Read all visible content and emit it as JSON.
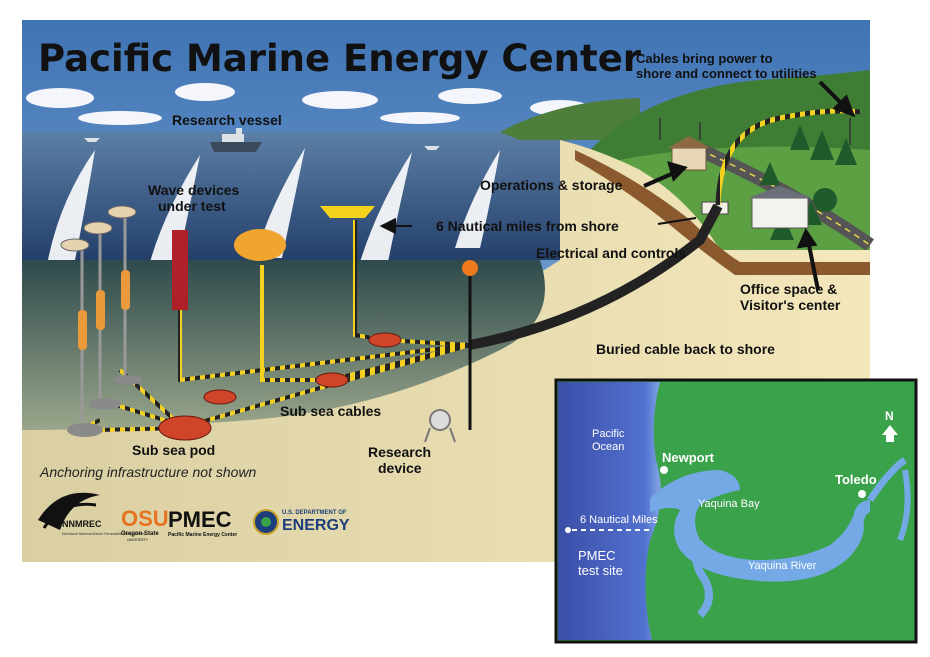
{
  "title": "Pacific Marine Energy Center",
  "labels": {
    "cables_power_line1": "Cables bring power to",
    "cables_power_line2": "shore and connect to utilities",
    "research_vessel": "Research vessel",
    "wave_devices_line1": "Wave devices",
    "wave_devices_line2": "under test",
    "operations_storage": "Operations & storage",
    "nautical_miles_from_shore": "6 Nautical miles from shore",
    "electrical_controls": "Electrical and controls",
    "office_space_line1": "Office space &",
    "office_space_line2": "Visitor's center",
    "buried_cable": "Buried cable back to shore",
    "sub_sea_cables": "Sub sea cables",
    "sub_sea_pod": "Sub sea pod",
    "research_device_line1": "Research",
    "research_device_line2": "device",
    "anchoring_note": "Anchoring infrastructure not shown"
  },
  "logos": {
    "nnmrec": "NNMREC",
    "nnmrec_sub": "Northwest National Marine Renewable Energy Center",
    "osu": "OSU",
    "osu_sub": "Oregon State",
    "osu_sub2": "UNIVERSITY",
    "pmec": "PMEC",
    "pmec_sub": "Pacific Marine Energy Center",
    "doe_line1": "U.S. DEPARTMENT OF",
    "doe_line2": "ENERGY"
  },
  "map": {
    "pacific_line1": "Pacific",
    "pacific_line2": "Ocean",
    "newport": "Newport",
    "toledo": "Toledo",
    "yaquina_bay": "Yaquina Bay",
    "yaquina_river": "Yaquina River",
    "nautical_miles": "6 Nautical Miles",
    "pmec_line1": "PMEC",
    "pmec_line2": "test site",
    "north": "N"
  },
  "colors": {
    "sky": "#5a8ec6",
    "ocean": "#2f4f7a",
    "seabed": "#283c3e",
    "sand": "#efe2b0",
    "land": "#4c8d3c",
    "map_water": "#4a5fbb",
    "map_land": "#3aa24a",
    "map_river": "#74a9e6",
    "cable_yellow": "#f4d21f"
  }
}
